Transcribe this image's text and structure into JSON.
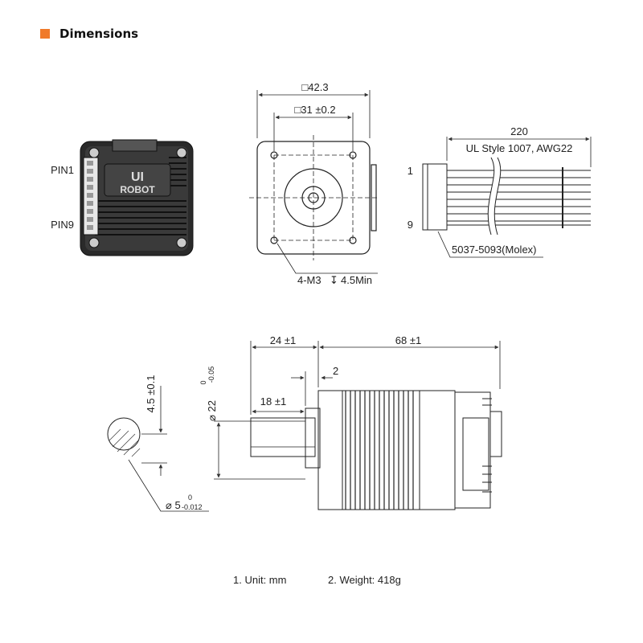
{
  "section": {
    "title": "Dimensions",
    "accent_color": "#f07a2a"
  },
  "motor_front": {
    "brand_line1": "UI",
    "brand_line2": "ROBOT",
    "pin_first": "PIN1",
    "pin_last": "PIN9"
  },
  "flange_view": {
    "outer": "□42.3",
    "bolt_pitch": "□31 ±0.2",
    "mounting_holes": "4-M3",
    "depth_symbol": "↧",
    "depth": "4.5Min"
  },
  "cable_view": {
    "length": "220",
    "wire_spec": "UL Style 1007, AWG22",
    "pin_first": "1",
    "pin_last": "9",
    "connector": "5037-5093(Molex)"
  },
  "side_view": {
    "shaft_length": "24 ±1",
    "body_length": "68 ±1",
    "boss_height": "2",
    "flat_length": "18 ±1",
    "pilot_dia": "⌀ 22",
    "pilot_tol_upper": "0",
    "pilot_tol_lower": "-0.05",
    "flat_depth": "4.5 ±0.1",
    "shaft_dia": "⌀ 5",
    "shaft_tol_upper": "0",
    "shaft_tol_lower": "-0.012"
  },
  "notes": {
    "unit": "1. Unit: mm",
    "weight": "2. Weight: 418g"
  }
}
